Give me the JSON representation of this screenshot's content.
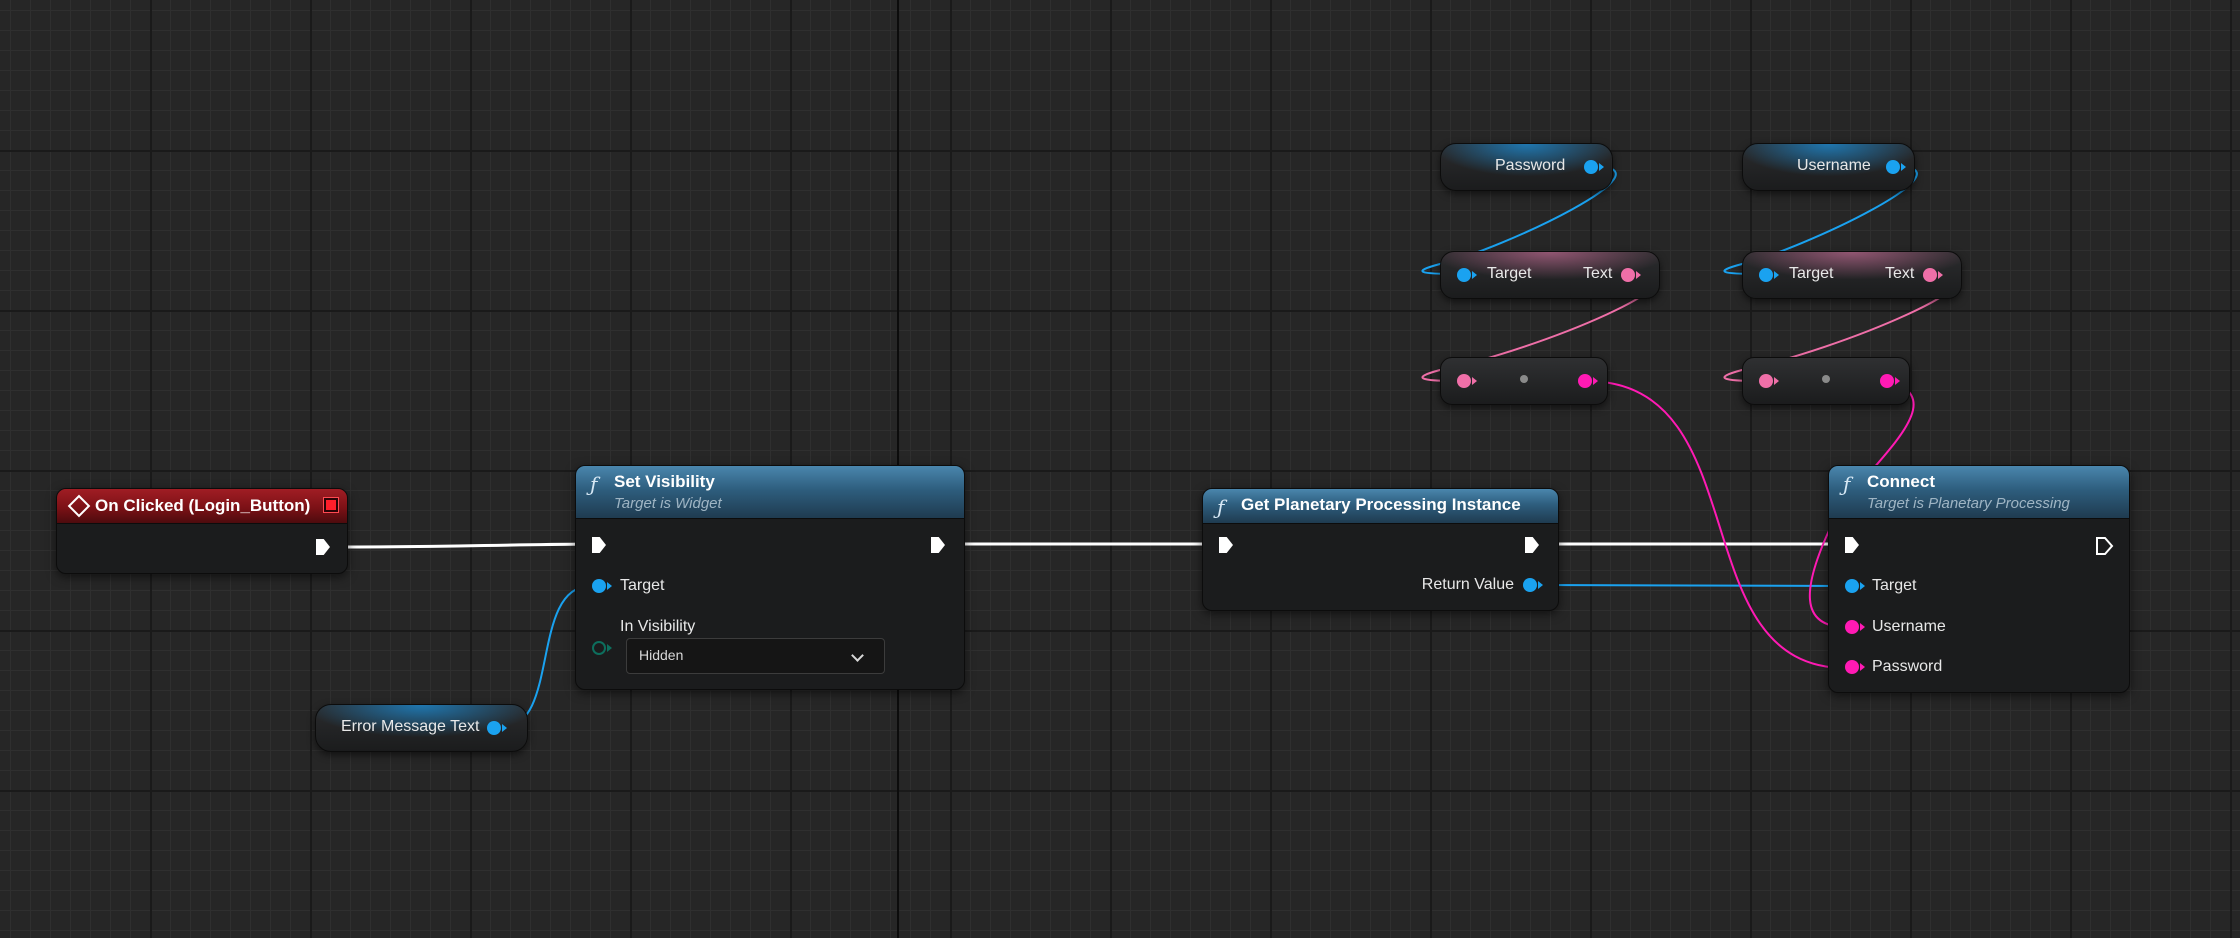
{
  "colors": {
    "exec_wire": "#ffffff",
    "object_pin": "#1aa2f0",
    "string_pin": "#ff1ab4",
    "text_pin": "#ef6fa8",
    "byte_pin": "#0d6e5d",
    "event_header": "#8a1419",
    "function_header": "#2e5e7e"
  },
  "event_node": {
    "title": "On Clicked (Login_Button)",
    "icon": "event-diamond-icon"
  },
  "set_visibility": {
    "title": "Set Visibility",
    "subtitle": "Target is Widget",
    "icon": "function-icon",
    "pin_target": "Target",
    "pin_visibility": "In Visibility",
    "visibility_value": "Hidden"
  },
  "error_var": {
    "label": "Error Message Text"
  },
  "get_instance": {
    "title": "Get Planetary Processing Instance",
    "icon": "function-icon",
    "pin_return": "Return Value"
  },
  "connect": {
    "title": "Connect",
    "subtitle": "Target is Planetary Processing",
    "icon": "function-icon",
    "pin_target": "Target",
    "pin_username": "Username",
    "pin_password": "Password"
  },
  "password_var": {
    "label": "Password"
  },
  "username_var": {
    "label": "Username"
  },
  "password_get_text": {
    "pin_target": "Target",
    "pin_text": "Text"
  },
  "username_get_text": {
    "pin_target": "Target",
    "pin_text": "Text"
  }
}
